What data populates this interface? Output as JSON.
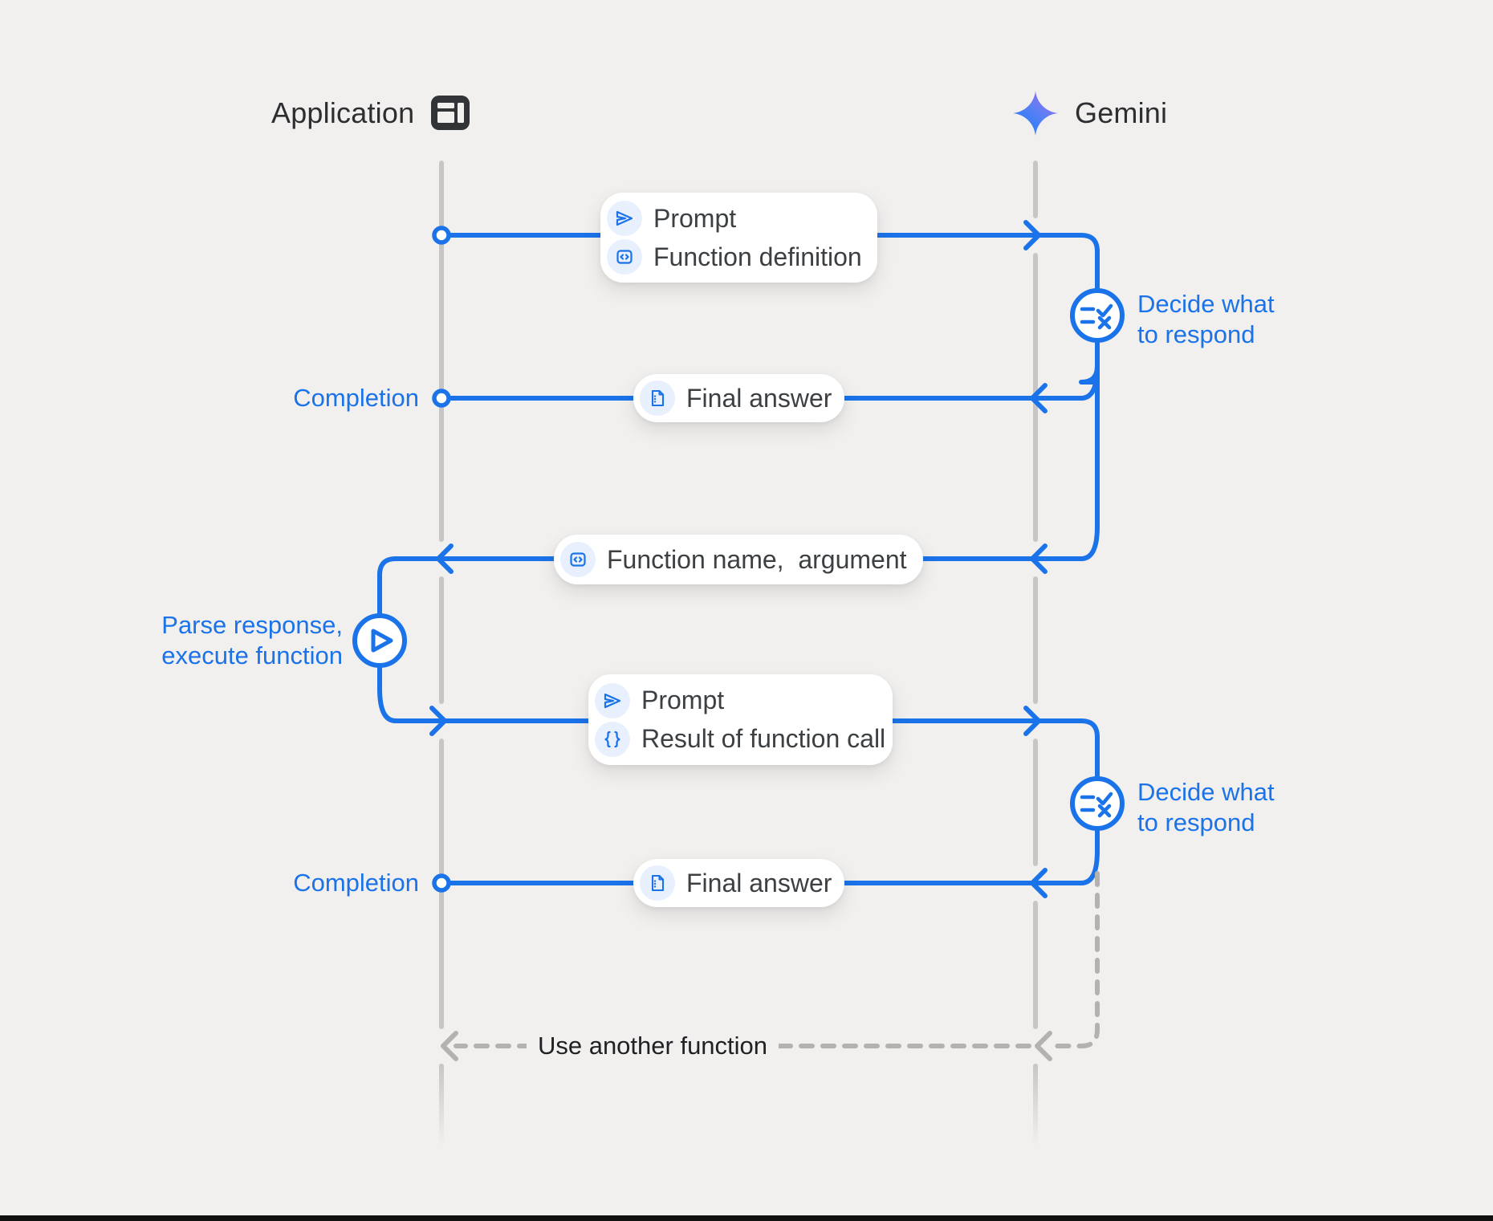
{
  "header": {
    "application": {
      "label": "Application",
      "icon": "app-window-icon"
    },
    "gemini": {
      "label": "Gemini",
      "icon": "gemini-sparkle-icon"
    }
  },
  "boxes": {
    "prompt_function_definition": {
      "rows": [
        {
          "icon": "send-icon",
          "label": "Prompt"
        },
        {
          "icon": "code-icon",
          "label": "Function definition"
        }
      ]
    },
    "final_answer_1": {
      "icon": "document-icon",
      "label": "Final answer"
    },
    "function_name_argument": {
      "icon": "code-icon",
      "label": "Function name,  argument"
    },
    "prompt_result": {
      "rows": [
        {
          "icon": "send-icon",
          "label": "Prompt"
        },
        {
          "icon": "braces-icon",
          "label": "Result of function call"
        }
      ]
    },
    "final_answer_2": {
      "icon": "document-icon",
      "label": "Final answer"
    }
  },
  "labels": {
    "completion_1": "Completion",
    "completion_2": "Completion",
    "decide_1": [
      "Decide what",
      "to respond"
    ],
    "decide_2": [
      "Decide what",
      "to respond"
    ],
    "parse": [
      "Parse response,",
      "execute function"
    ],
    "use_another_function": "Use another function"
  },
  "colors": {
    "accent_blue": "#1a73e8",
    "chip_blue": "#e8f0fe",
    "text_dark": "#3c4043",
    "lifeline_gray": "#c8c6c4",
    "dashed_gray": "#b4b2b0",
    "background": "#f2f0ee"
  }
}
